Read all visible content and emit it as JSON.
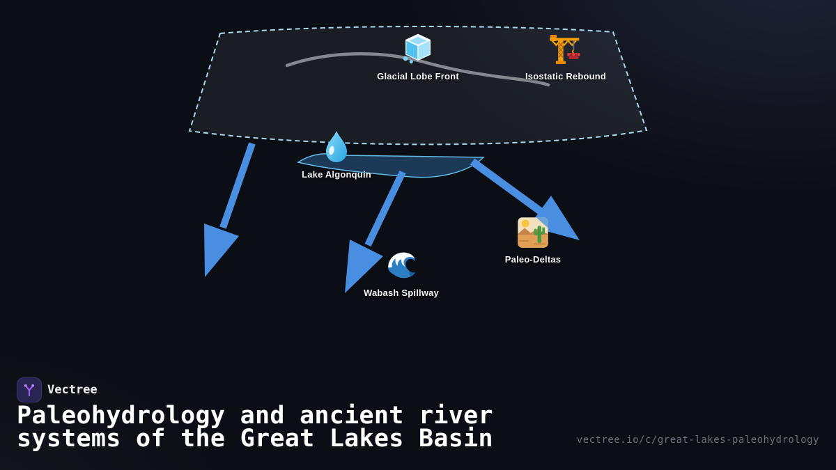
{
  "brand": {
    "name": "Vectree"
  },
  "title": {
    "line1": "Paleohydrology and ancient river",
    "line2": "systems of the Great Lakes Basin"
  },
  "footer": {
    "url": "vectree.io/c/great-lakes-paleohydrology"
  },
  "diagram": {
    "description": "Concept map of glacial paleohydrology features with blue outflow arrows from a proglacial lake",
    "nodes": [
      {
        "id": "glacial-lobe-front",
        "label": "Glacial Lobe Front",
        "icon": "ice-cube-icon"
      },
      {
        "id": "isostatic-rebound",
        "label": "Isostatic Rebound",
        "icon": "construction-crane-icon"
      },
      {
        "id": "lake-algonquin",
        "label": "Lake Algonquin",
        "icon": "water-droplet-icon"
      },
      {
        "id": "wabash-spillway",
        "label": "Wabash Spillway",
        "icon": "ocean-wave-icon"
      },
      {
        "id": "paleo-deltas",
        "label": "Paleo-Deltas",
        "icon": "desert-icon"
      }
    ],
    "colors": {
      "background": "#0c0e15",
      "arrow_blue": "#4a8ee2",
      "region_border": "#a9d9ef",
      "region_fill": "#242830",
      "lake_fill": "#1c3a58",
      "lake_stroke": "#63bce5",
      "ice_front_line": "#85888f",
      "label_text": "#f5f6f8",
      "logo_purple": "#a855f7"
    }
  }
}
